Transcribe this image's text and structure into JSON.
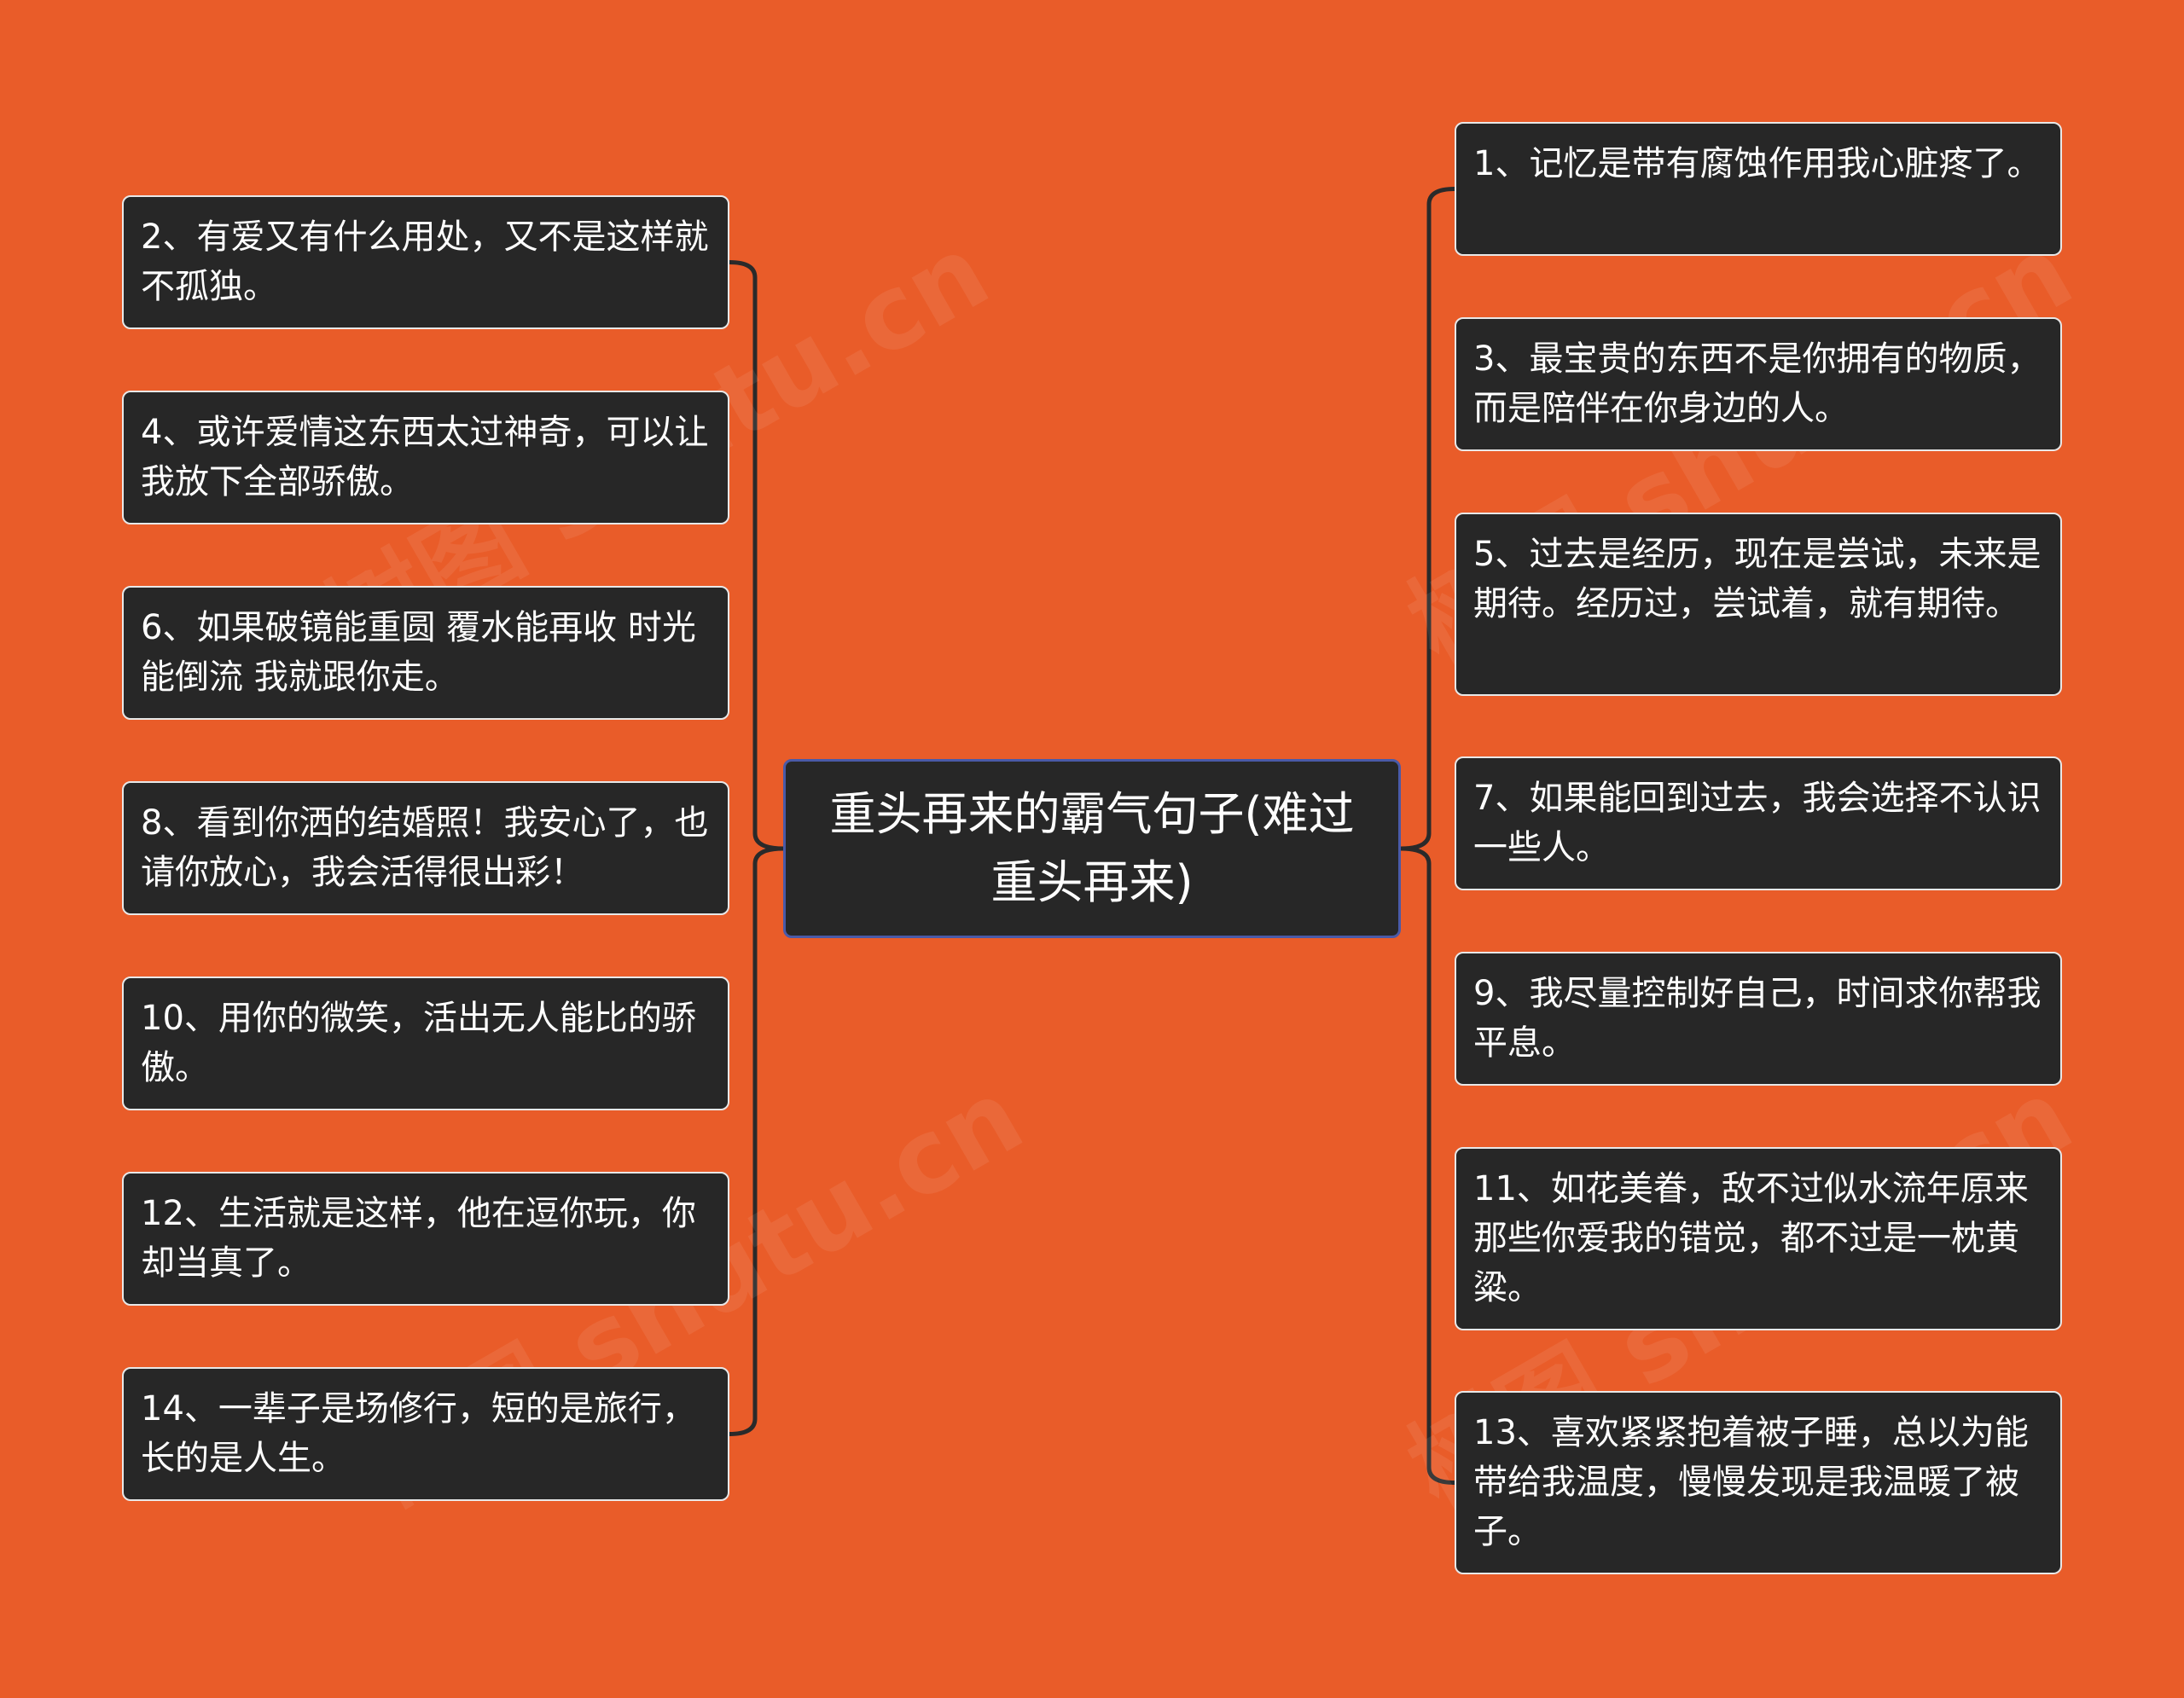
{
  "colors": {
    "background": "#E95C29",
    "node_fill": "#272727",
    "node_border": "#E8E8E8",
    "central_border": "#4A5AA8",
    "line": "#2A2A2A",
    "text": "#FFFFFF"
  },
  "central": {
    "title": "重头再来的霸气句子(难过重头再来)"
  },
  "left_nodes": [
    {
      "text": "2、有爱又有什么用处，又不是这样就不孤独。"
    },
    {
      "text": "4、或许爱情这东西太过神奇，可以让我放下全部骄傲。"
    },
    {
      "text": "6、如果破镜能重圆 覆水能再收 时光能倒流 我就跟你走。"
    },
    {
      "text": "8、看到你洒的结婚照！我安心了，也请你放心，我会活得很出彩！"
    },
    {
      "text": "10、用你的微笑，活出无人能比的骄傲。"
    },
    {
      "text": "12、生活就是这样，他在逗你玩，你却当真了。"
    },
    {
      "text": "14、一辈子是场修行，短的是旅行，长的是人生。"
    }
  ],
  "right_nodes": [
    {
      "text": "1、记忆是带有腐蚀作用我心脏疼了。"
    },
    {
      "text": "3、最宝贵的东西不是你拥有的物质，而是陪伴在你身边的人。"
    },
    {
      "text": "5、过去是经历，现在是尝试，未来是期待。经历过，尝试着，就有期待。"
    },
    {
      "text": "7、如果能回到过去，我会选择不认识一些人。"
    },
    {
      "text": "9、我尽量控制好自己，时间求你帮我平息。"
    },
    {
      "text": "11、如花美眷，敌不过似水流年原来那些你爱我的错觉，都不过是一枕黄粱。"
    },
    {
      "text": "13、喜欢紧紧抱着被子睡，总以为能带给我温度，慢慢发现是我温暖了被子。"
    }
  ],
  "watermarks": [
    "树图 shutu.cn",
    "树图 shutu.cn",
    "树图 shutu.cn",
    "树图 shutu.cn"
  ]
}
